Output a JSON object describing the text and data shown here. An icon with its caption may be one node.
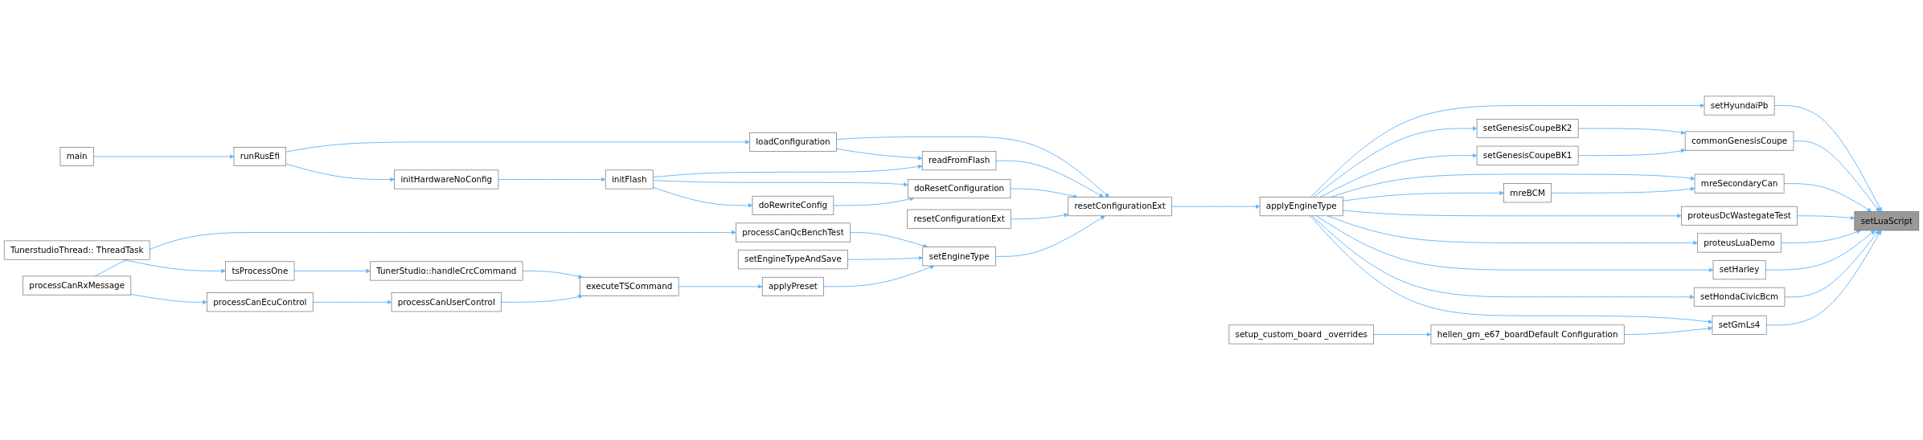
{
  "diagram": {
    "nodes": [
      {
        "text": [
          "main"
        ]
      },
      {
        "text": [
          "runRusEfi"
        ]
      },
      {
        "text": [
          "initHardwareNoConfig"
        ]
      },
      {
        "text": [
          "TunerstudioThread:: ThreadTask"
        ]
      },
      {
        "text": [
          "tsProcessOne"
        ]
      },
      {
        "text": [
          "TunerStudio::handleCrcCommand"
        ]
      },
      {
        "text": [
          "processCanRxMessage"
        ]
      },
      {
        "text": [
          "processCanEcuControl"
        ]
      },
      {
        "text": [
          "processCanUserControl"
        ]
      },
      {
        "text": [
          "loadConfiguration"
        ]
      },
      {
        "text": [
          "initFlash"
        ]
      },
      {
        "text": [
          "doRewriteConfig"
        ]
      },
      {
        "text": [
          "executeTSCommand"
        ]
      },
      {
        "text": [
          "processCanQcBenchTest"
        ]
      },
      {
        "text": [
          "readFromFlash"
        ]
      },
      {
        "text": [
          "doResetConfiguration"
        ]
      },
      {
        "text": [
          "resetConfigurationExt"
        ]
      },
      {
        "text": [
          "setEngineTypeAndSave"
        ]
      },
      {
        "text": [
          "applyPreset"
        ]
      },
      {
        "text": [
          "setEngineType"
        ]
      },
      {
        "text": [
          "resetConfigurationExt"
        ]
      },
      {
        "text": [
          "applyEngineType"
        ]
      },
      {
        "text": [
          "setGenesisCoupeBK2"
        ]
      },
      {
        "text": [
          "setGenesisCoupeBK1"
        ]
      },
      {
        "text": [
          "mreBCM"
        ]
      },
      {
        "text": [
          "proteusDcWastegateTest"
        ]
      },
      {
        "text": [
          "proteusLuaDemo"
        ]
      },
      {
        "text": [
          "setup_custom_board _overrides"
        ]
      },
      {
        "text": [
          "hellen_gm_e67_boardDefault Configuration"
        ]
      },
      {
        "text": [
          "setHyundaiPb"
        ]
      },
      {
        "text": [
          "commonGenesisCoupe"
        ]
      },
      {
        "text": [
          "mreSecondaryCan"
        ]
      },
      {
        "text": [
          "setHarley"
        ]
      },
      {
        "text": [
          "setHondaCivicBcm"
        ]
      },
      {
        "text": [
          "setGmLs4"
        ]
      },
      {
        "text": [
          "setLuaScript"
        ]
      }
    ],
    "edges": [
      {
        "from": 0,
        "to": 1,
        "arrow": "to"
      },
      {
        "from": 1,
        "to": 9,
        "arrow": "to"
      },
      {
        "from": 1,
        "to": 2,
        "arrow": "to"
      },
      {
        "from": 2,
        "to": 10,
        "arrow": "to"
      },
      {
        "from": 3,
        "to": 4,
        "arrow": "to"
      },
      {
        "from": 4,
        "to": 5,
        "arrow": "to"
      },
      {
        "from": 5,
        "to": 12,
        "arrow": "to"
      },
      {
        "from": 6,
        "to": 7,
        "arrow": "to"
      },
      {
        "from": 7,
        "to": 8,
        "arrow": "to"
      },
      {
        "from": 8,
        "to": 12,
        "arrow": "to"
      },
      {
        "from": 9,
        "to": 14,
        "arrow": "to"
      },
      {
        "from": 9,
        "to": 20,
        "arrow": "to"
      },
      {
        "from": 10,
        "to": 14,
        "arrow": "to"
      },
      {
        "from": 10,
        "to": 15,
        "arrow": "to"
      },
      {
        "from": 10,
        "to": 11,
        "arrow": "to"
      },
      {
        "from": 11,
        "to": 15,
        "arrow": "to"
      },
      {
        "from": 12,
        "to": 18,
        "arrow": "to"
      },
      {
        "from": 13,
        "to": 19,
        "arrow": "to"
      },
      {
        "from": 14,
        "to": 20,
        "arrow": "to"
      },
      {
        "from": 15,
        "to": 20,
        "arrow": "to"
      },
      {
        "from": 16,
        "to": 20,
        "arrow": "to"
      },
      {
        "from": 17,
        "to": 19,
        "arrow": "to"
      },
      {
        "from": 18,
        "to": 19,
        "arrow": "to"
      },
      {
        "from": 19,
        "to": 20,
        "arrow": "to"
      },
      {
        "from": 20,
        "to": 21,
        "arrow": "to"
      },
      {
        "from": 21,
        "to": 29,
        "arrow": "to"
      },
      {
        "from": 21,
        "to": 22,
        "arrow": "to"
      },
      {
        "from": 21,
        "to": 23,
        "arrow": "to"
      },
      {
        "from": 21,
        "to": 24,
        "arrow": "to"
      },
      {
        "from": 21,
        "to": 31,
        "arrow": "to"
      },
      {
        "from": 21,
        "to": 25,
        "arrow": "to"
      },
      {
        "from": 21,
        "to": 26,
        "arrow": "to"
      },
      {
        "from": 21,
        "to": 32,
        "arrow": "to"
      },
      {
        "from": 21,
        "to": 33,
        "arrow": "to"
      },
      {
        "from": 21,
        "to": 34,
        "arrow": "to"
      },
      {
        "from": 22,
        "to": 30,
        "arrow": "to"
      },
      {
        "from": 23,
        "to": 30,
        "arrow": "to"
      },
      {
        "from": 24,
        "to": 31,
        "arrow": "to"
      },
      {
        "from": 27,
        "to": 28,
        "arrow": "to"
      },
      {
        "from": 28,
        "to": 34,
        "arrow": "to"
      },
      {
        "from": 29,
        "to": 35,
        "arrow": "to"
      },
      {
        "from": 30,
        "to": 35,
        "arrow": "to"
      },
      {
        "from": 31,
        "to": 35,
        "arrow": "to"
      },
      {
        "from": 25,
        "to": 35,
        "arrow": "to"
      },
      {
        "from": 26,
        "to": 35,
        "arrow": "to"
      },
      {
        "from": 32,
        "to": 35,
        "arrow": "to"
      },
      {
        "from": 33,
        "to": 35,
        "arrow": "to"
      },
      {
        "from": 34,
        "to": 35,
        "arrow": "to"
      },
      {
        "from": 6,
        "to": 13,
        "arrow": "to"
      }
    ]
  }
}
